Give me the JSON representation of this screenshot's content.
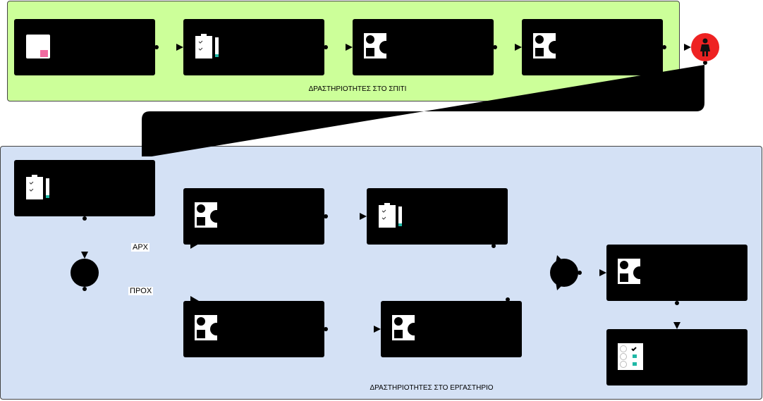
{
  "lanes": {
    "home": {
      "label": "ΔΡΑΣΤΗΡΙΟΤΗΤΕΣ ΣΤΟ ΣΠΙΤΙ"
    },
    "lab": {
      "label": "ΔΡΑΣΤΗΡΙΟΤΗΤΕΣ ΣΤΟ ΕΡΓΑΣΤΗΡΙΟ"
    }
  },
  "gateway": {
    "branch_start": "ΑΡΧ",
    "branch_end": "ΠΡΟΧ"
  },
  "icons": {
    "start_activity": "document-icon",
    "worksheet": "clipboard-pencil-icon",
    "shapes": "shapes-icon",
    "checklist": "checklist-icon",
    "actor": "person-icon"
  },
  "colors": {
    "home_lane": "#ccff99",
    "lab_lane": "#d4e1f5",
    "actor": "#ee2222",
    "accent_pink": "#f06aa0",
    "accent_teal": "#1fb8a6"
  }
}
